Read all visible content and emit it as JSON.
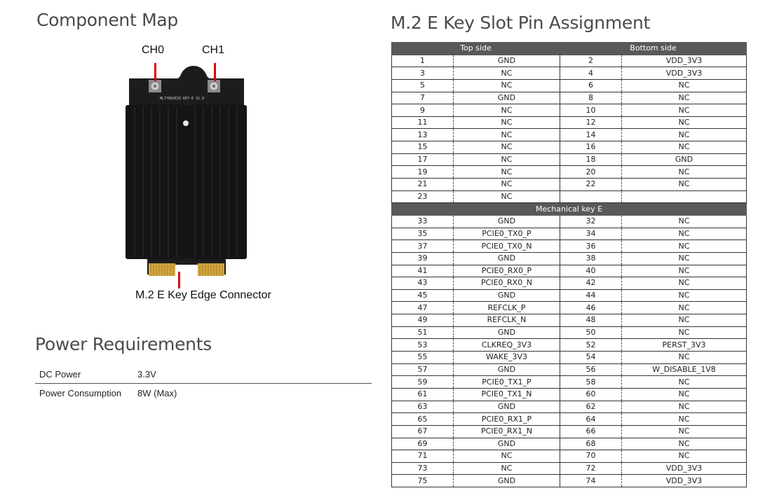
{
  "component_map": {
    "title": "Component Map",
    "ch0_label": "CH0",
    "ch1_label": "CH1",
    "edge_label": "M.2 E Key Edge Connector",
    "board_silk": "MLT7002E25 KEY-E V1.0",
    "colors": {
      "board": "#1c1c1c",
      "heatsink": "#141414",
      "gold": "#d4a640",
      "callout": "#dd0000"
    }
  },
  "power": {
    "title": "Power Requirements",
    "rows": [
      {
        "key": "DC Power",
        "value": "3.3V"
      },
      {
        "key": "Power Consumption",
        "value": "8W (Max)"
      }
    ]
  },
  "pins": {
    "title": "M.2 E Key Slot Pin Assignment",
    "top_header": "Top side",
    "bottom_header": "Bottom side",
    "mech_label": "Mechanical key E",
    "upper": [
      [
        "1",
        "GND",
        "2",
        "VDD_3V3"
      ],
      [
        "3",
        "NC",
        "4",
        "VDD_3V3"
      ],
      [
        "5",
        "NC",
        "6",
        "NC"
      ],
      [
        "7",
        "GND",
        "8",
        "NC"
      ],
      [
        "9",
        "NC",
        "10",
        "NC"
      ],
      [
        "11",
        "NC",
        "12",
        "NC"
      ],
      [
        "13",
        "NC",
        "14",
        "NC"
      ],
      [
        "15",
        "NC",
        "16",
        "NC"
      ],
      [
        "17",
        "NC",
        "18",
        "GND"
      ],
      [
        "19",
        "NC",
        "20",
        "NC"
      ],
      [
        "21",
        "NC",
        "22",
        "NC"
      ],
      [
        "23",
        "NC",
        "",
        ""
      ]
    ],
    "lower": [
      [
        "33",
        "GND",
        "32",
        "NC"
      ],
      [
        "35",
        "PCIE0_TX0_P",
        "34",
        "NC"
      ],
      [
        "37",
        "PCIE0_TX0_N",
        "36",
        "NC"
      ],
      [
        "39",
        "GND",
        "38",
        "NC"
      ],
      [
        "41",
        "PCIE0_RX0_P",
        "40",
        "NC"
      ],
      [
        "43",
        "PCIE0_RX0_N",
        "42",
        "NC"
      ],
      [
        "45",
        "GND",
        "44",
        "NC"
      ],
      [
        "47",
        "REFCLK_P",
        "46",
        "NC"
      ],
      [
        "49",
        "REFCLK_N",
        "48",
        "NC"
      ],
      [
        "51",
        "GND",
        "50",
        "NC"
      ],
      [
        "53",
        "CLKREQ_3V3",
        "52",
        "PERST_3V3"
      ],
      [
        "55",
        "WAKE_3V3",
        "54",
        "NC"
      ],
      [
        "57",
        "GND",
        "56",
        "W_DISABLE_1V8"
      ],
      [
        "59",
        "PCIE0_TX1_P",
        "58",
        "NC"
      ],
      [
        "61",
        "PCIE0_TX1_N",
        "60",
        "NC"
      ],
      [
        "63",
        "GND",
        "62",
        "NC"
      ],
      [
        "65",
        "PCIE0_RX1_P",
        "64",
        "NC"
      ],
      [
        "67",
        "PCIE0_RX1_N",
        "66",
        "NC"
      ],
      [
        "69",
        "GND",
        "68",
        "NC"
      ],
      [
        "71",
        "NC",
        "70",
        "NC"
      ],
      [
        "73",
        "NC",
        "72",
        "VDD_3V3"
      ],
      [
        "75",
        "GND",
        "74",
        "VDD_3V3"
      ]
    ]
  }
}
